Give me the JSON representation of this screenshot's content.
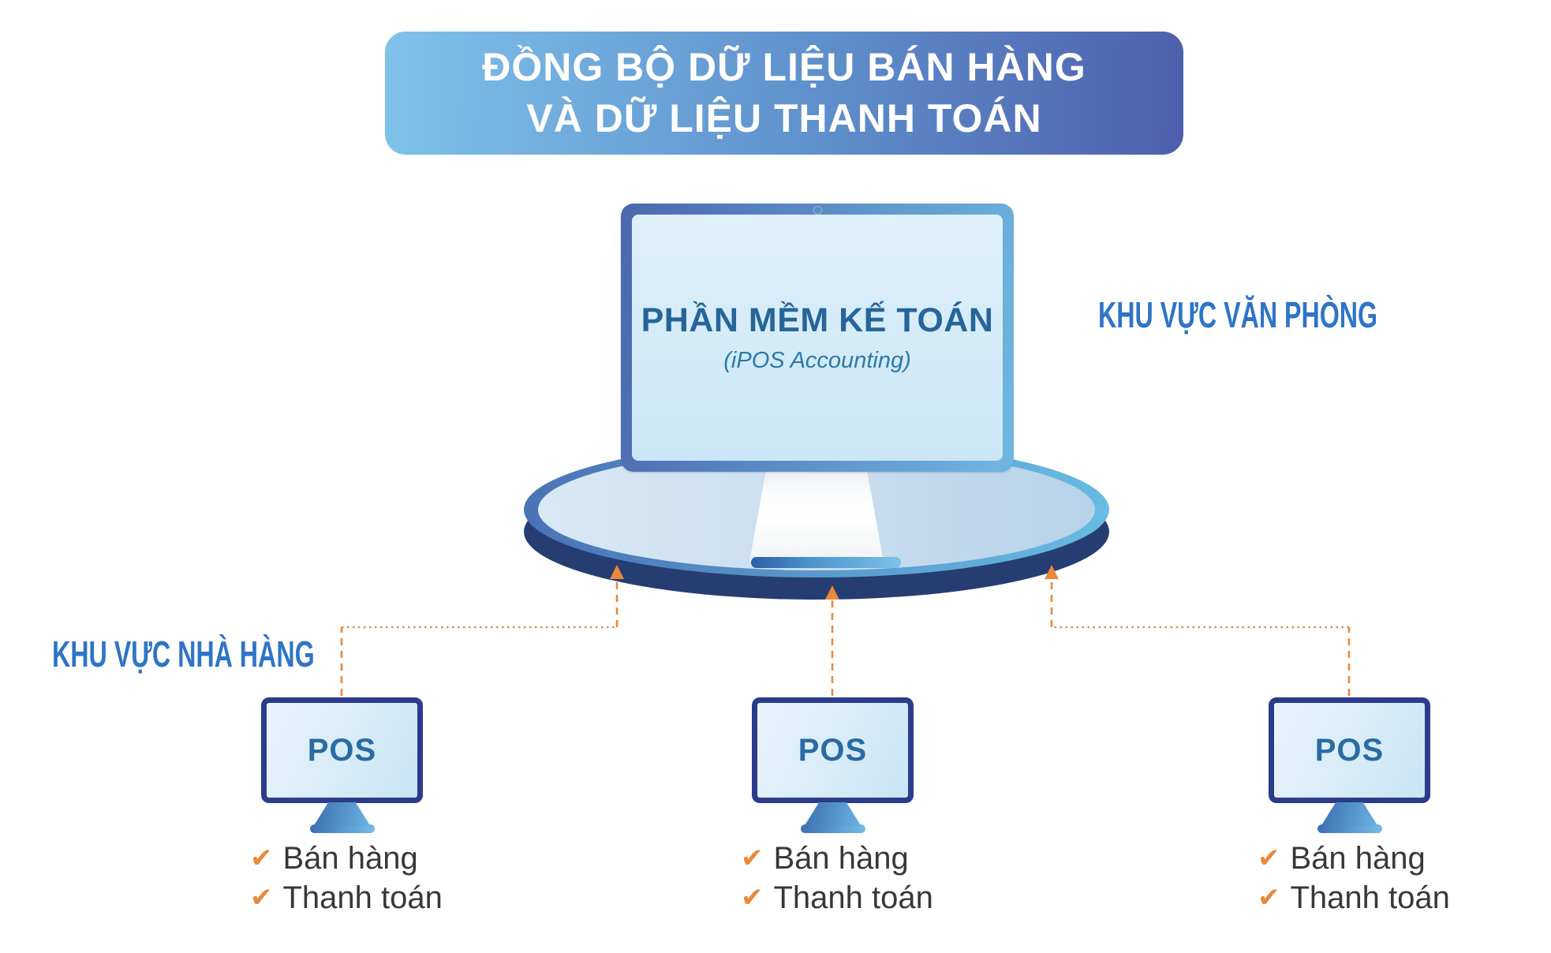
{
  "banner": {
    "line1": "ĐỒNG BỘ DỮ LIỆU BÁN HÀNG",
    "line2": "VÀ DỮ LIỆU THANH TOÁN"
  },
  "accounting": {
    "title": "PHẦN MỀM KẾ TOÁN",
    "subtitle": "(iPOS Accounting)"
  },
  "zones": {
    "office": "KHU VỰC VĂN PHÒNG",
    "restaurant": "KHU VỰC NHÀ HÀNG"
  },
  "pos_terminals": [
    {
      "label": "POS",
      "features": [
        {
          "label": "Bán hàng"
        },
        {
          "label": "Thanh toán"
        }
      ]
    },
    {
      "label": "POS",
      "features": [
        {
          "label": "Bán hàng"
        },
        {
          "label": "Thanh toán"
        }
      ]
    },
    {
      "label": "POS",
      "features": [
        {
          "label": "Bán hàng"
        },
        {
          "label": "Thanh toán"
        }
      ]
    }
  ],
  "icons": {
    "check": "✔"
  },
  "colors": {
    "banner_gradient_start": "#7FC2EA",
    "banner_gradient_end": "#4E5FAD",
    "zone_label_blue": "#2E74C8",
    "screen_text_blue": "#26659A",
    "pos_border_navy": "#2C3C8C",
    "platform_navy": "#263D72",
    "connector_orange": "#E8893C",
    "checklist_text": "#383838"
  }
}
